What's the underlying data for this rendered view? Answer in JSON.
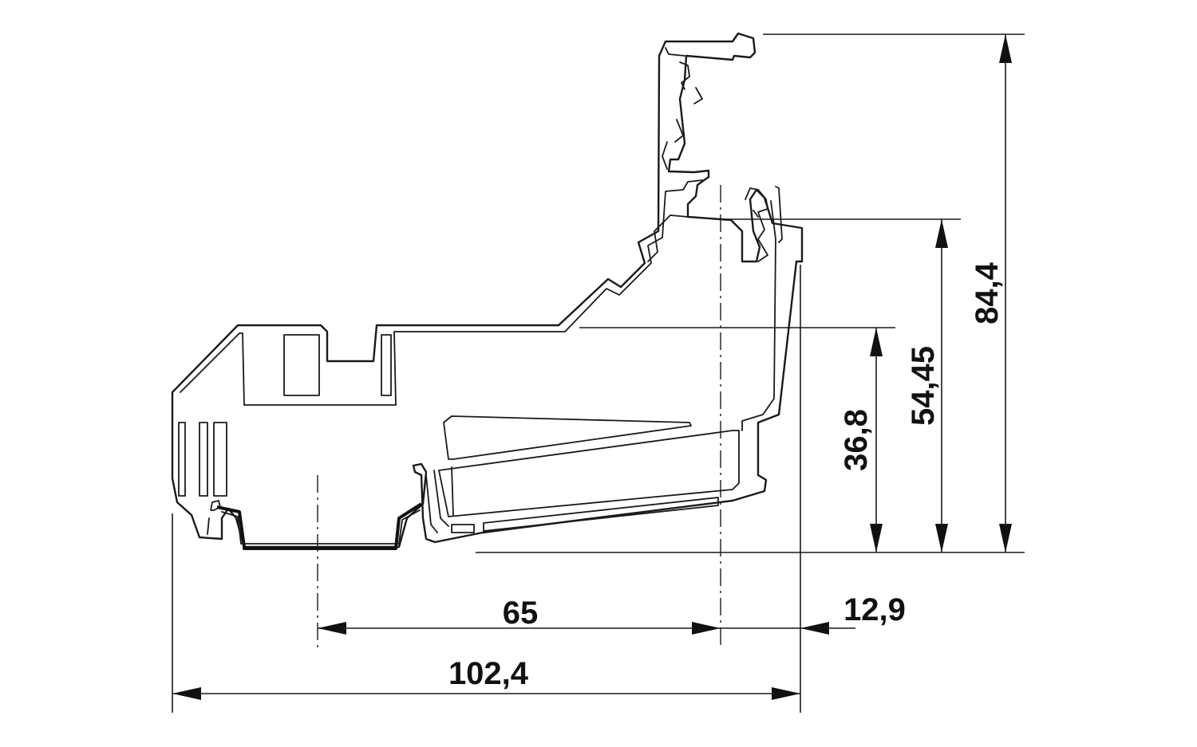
{
  "dimensions": {
    "total_width": "102,4",
    "rail_to_center": "65",
    "center_offset": "12,9",
    "total_height": "84,4",
    "upper_height": "54,45",
    "lower_height": "36,8"
  }
}
